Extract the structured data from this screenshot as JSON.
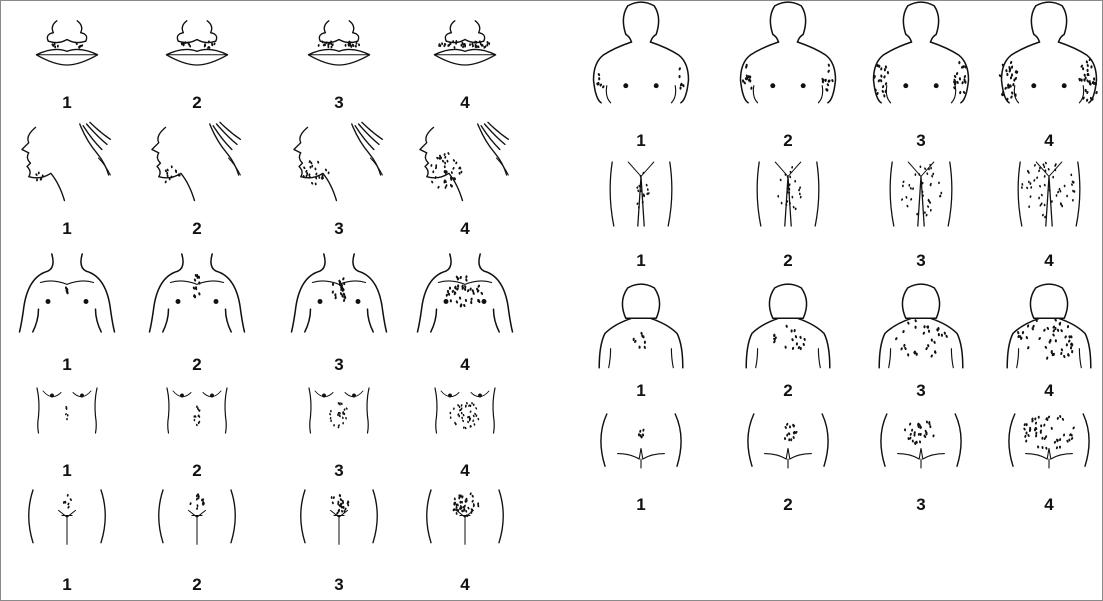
{
  "scale_labels": [
    "1",
    "2",
    "3",
    "4"
  ],
  "left_rows": [
    {
      "area": "upper-lip"
    },
    {
      "area": "chin"
    },
    {
      "area": "chest"
    },
    {
      "area": "upper-abdomen"
    },
    {
      "area": "lower-abdomen"
    }
  ],
  "right_rows": [
    {
      "area": "upper-arms"
    },
    {
      "area": "thighs"
    },
    {
      "area": "upper-back"
    },
    {
      "area": "lower-back"
    }
  ],
  "colors": {
    "ink": "#111111",
    "border": "#8a8a8a",
    "background": "#ffffff"
  }
}
